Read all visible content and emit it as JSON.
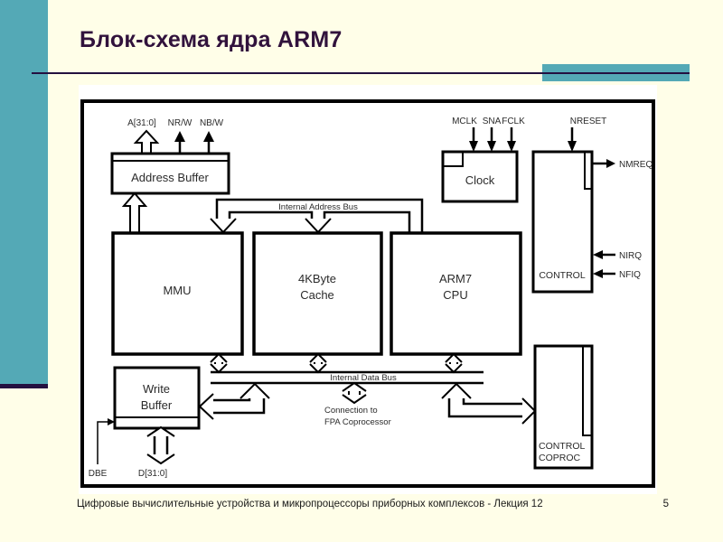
{
  "slide": {
    "title": "Блок-схема ядра ARM7",
    "footer": "Цифровые вычислительные устройства и микропроцессоры приборных комплексов - Лекция 12",
    "page_number": "5"
  },
  "colors": {
    "background": "#FFFEE8",
    "accent_teal": "#54A9B6",
    "title_text": "#31123C",
    "rule_line": "#241040",
    "diagram_ink": "#000000"
  },
  "diagram": {
    "boxes": {
      "address_buffer": "Address Buffer",
      "clock": "Clock",
      "control": "CONTROL",
      "mmu": "MMU",
      "cache_line1": "4KByte",
      "cache_line2": "Cache",
      "cpu_line1": "ARM7",
      "cpu_line2": "CPU",
      "write_buffer_line1": "Write",
      "write_buffer_line2": "Buffer",
      "coproc_line1": "CONTROL",
      "coproc_line2": "COPROC"
    },
    "buses": {
      "address_bus": "Internal Address Bus",
      "data_bus": "Internal Data Bus"
    },
    "signals": {
      "a_bus": "A[31:0]",
      "nrw": "NR/W",
      "nbw": "NB/W",
      "mclk": "MCLK",
      "sna": "SNA",
      "fclk": "FCLK",
      "nreset": "NRESET",
      "nmreq": "NMREQ",
      "nirq": "NIRQ",
      "nfiq": "NFIQ",
      "dbe": "DBE",
      "d_bus": "D[31:0]"
    },
    "annotations": {
      "fpa_line1": "Connection to",
      "fpa_line2": "FPA Coprocessor"
    }
  }
}
